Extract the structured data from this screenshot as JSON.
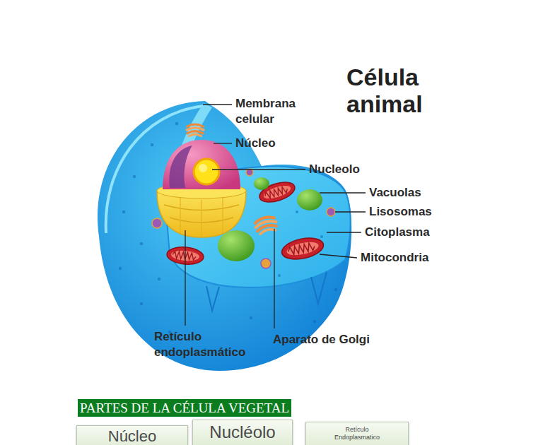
{
  "diagram": {
    "title": "Célula animal",
    "nodes": [
      {
        "text": [
          "PARTES DE LA CÉLULA VEGETAL"
        ]
      },
      {
        "text": [
          "Núcleo"
        ]
      },
      {
        "text": [
          "Nucléolo"
        ]
      },
      {
        "text": [
          "Retículo Endoplasmatico"
        ]
      }
    ],
    "labels": [
      "Membrana celular",
      "Núcleo",
      "Nucleolo",
      "Vacuolas",
      "Lisosomas",
      "Citoplasma",
      "Mitocondria",
      "Retículo endoplasmático",
      "Aparato de Golgi"
    ]
  }
}
